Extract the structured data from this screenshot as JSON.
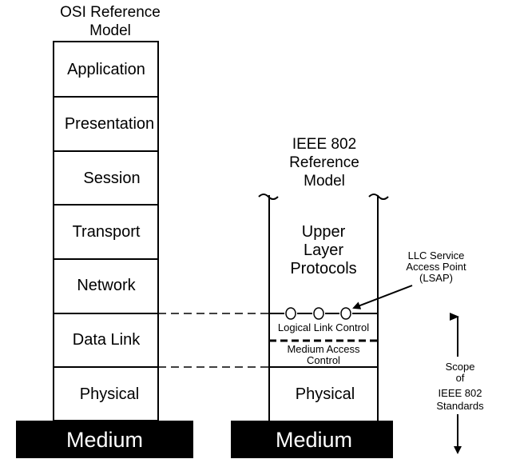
{
  "osi": {
    "title_line1": "OSI Reference",
    "title_line2": "Model",
    "layers": [
      "Application",
      "Presentation",
      "Session",
      "Transport",
      "Network",
      "Data Link",
      "Physical"
    ],
    "medium": "Medium"
  },
  "ieee": {
    "title_line1": "IEEE 802",
    "title_line2": "Reference",
    "title_line3": "Model",
    "upper_line1": "Upper",
    "upper_line2": "Layer",
    "upper_line3": "Protocols",
    "llc": "Logical Link Control",
    "mac_line1": "Medium Access",
    "mac_line2": "Control",
    "physical": "Physical",
    "medium": "Medium"
  },
  "lsap": {
    "line1": "LLC Service",
    "line2": "Access Point",
    "line3": "(LSAP)"
  },
  "scope": {
    "line1": "Scope",
    "line2": "of",
    "line3": "IEEE 802",
    "line4": "Standards"
  }
}
